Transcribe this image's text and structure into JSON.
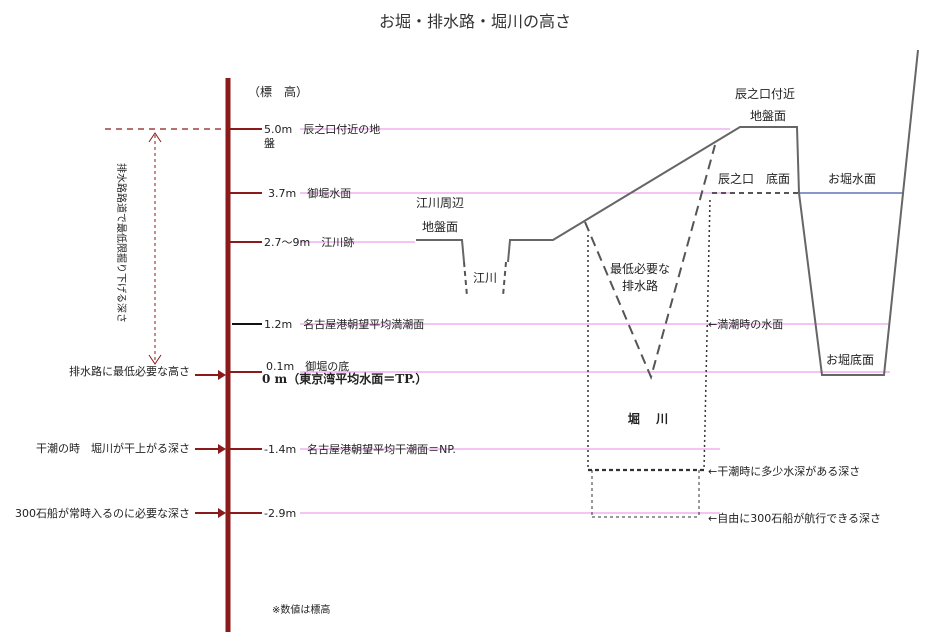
{
  "title": "お堀・排水路・堀川の高さ",
  "axis_header": "（標　高）",
  "levels": {
    "l50": "5.0m　辰之口付近の地",
    "l50b": "盤",
    "l37": "3.7m　御堀水面",
    "l27": "2.7〜9m　江川跡",
    "l12": "1.2m　名古屋港朝望平均満潮面",
    "l01": "0.1m　御堀の底",
    "l00": "0 m（東京湾平均水面＝TP.）",
    "lm14": "-1.4m　名古屋港朝望平均干潮面＝NP.",
    "lm29": "-2.9m"
  },
  "left_labels": {
    "drain_min": "排水路に最低必要な高さ",
    "dry_depth": "干潮の時　堀川が干上がる深さ",
    "boat_depth": "300石船が常時入るのに必要な深さ"
  },
  "vertical_note": "排水路路道で最低限掘り下げる深さ",
  "terrain": {
    "egawa_area_1": "江川周辺",
    "egawa_area_2": "地盤面",
    "egawa": "江川",
    "drain_1": "最低必要な",
    "drain_2": "排水路",
    "tatsu_1": "辰之口付近",
    "tatsu_2": "地盤面",
    "tatsu_bottom": "辰之口　底面",
    "moat_surface": "お堀水面",
    "moat_bottom": "お堀底面",
    "horikawa": "堀　 川"
  },
  "right_notes": {
    "high_tide": "←満潮時の水面",
    "low_tide": "←干潮時に多少水深がある深さ",
    "free_boat": "←自由に300石船が航行できる深さ"
  },
  "footnote": "※数値は標高",
  "colors": {
    "axis": "#8b1a1a",
    "ref_line": "#e060e0",
    "ground": "#666666",
    "moat_water": "#1a2a9a",
    "dashed": "#333333"
  }
}
